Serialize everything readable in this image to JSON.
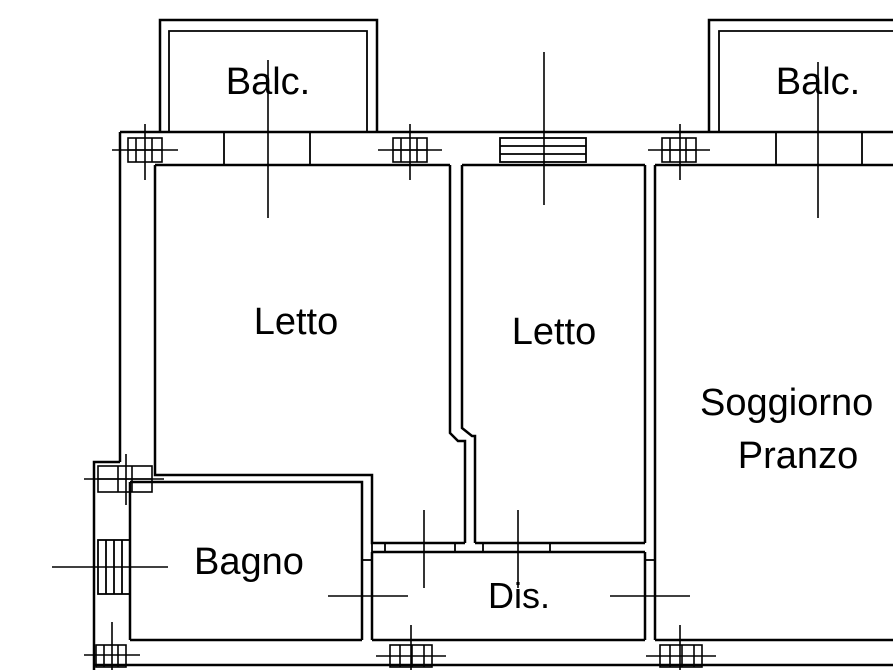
{
  "rooms": {
    "balcony_left": "Balc.",
    "balcony_right": "Balc.",
    "bedroom_left": "Letto",
    "bedroom_center": "Letto",
    "living": "Soggiorno",
    "dining": "Pranzo",
    "bathroom": "Bagno",
    "hallway": "Dis."
  }
}
